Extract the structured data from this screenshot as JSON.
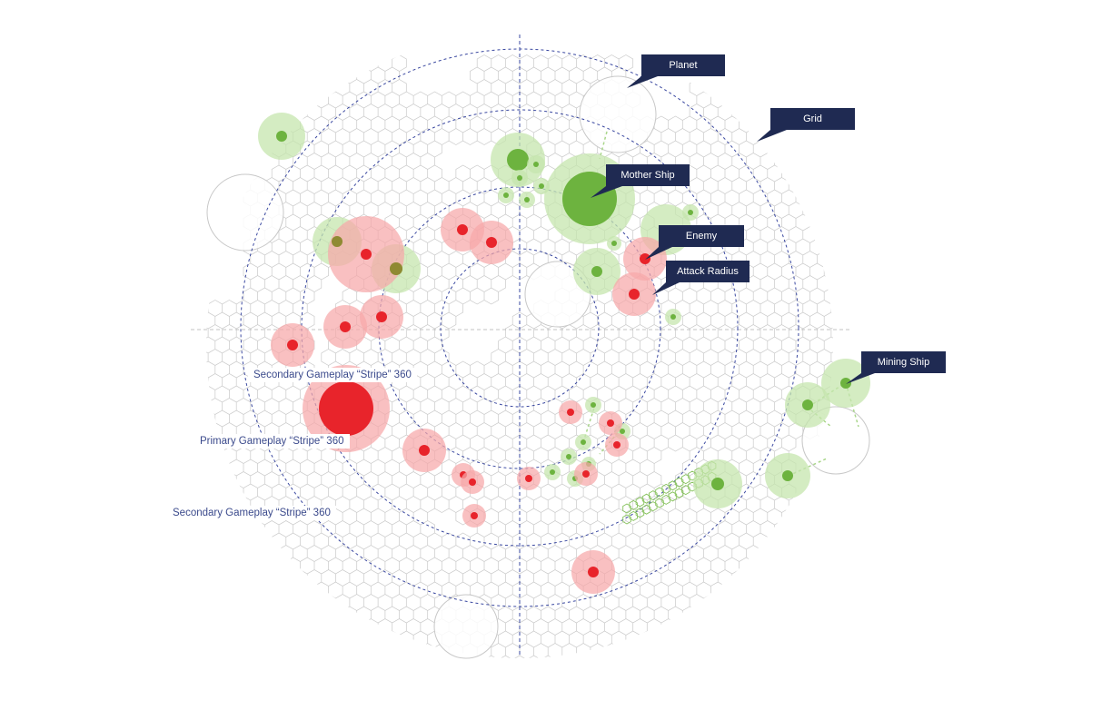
{
  "callouts": {
    "planet": "Planet",
    "grid": "Grid",
    "mother_ship": "Mother Ship",
    "enemy": "Enemy",
    "attack_radius": "Attack Radius",
    "mining_ship": "Mining Ship"
  },
  "stripes": {
    "secondary_inner": "Secondary Gameplay “Stripe” 360",
    "primary": "Primary Gameplay “Stripe” 360",
    "secondary_outer": "Secondary Gameplay “Stripe” 360"
  },
  "colors": {
    "enemy_core": "#e8242b",
    "enemy_radius": "#f7a7a9",
    "ally_core": "#6db33f",
    "ally_radius": "#c6e5ad",
    "grid_line": "#c9c9c9",
    "orbit_line": "#3a48a0",
    "callout_bg": "#1f2a52"
  },
  "legend_icons": [
    "planet-icon",
    "grid-icon",
    "mother-ship-icon",
    "enemy-icon",
    "attack-radius-icon",
    "mining-ship-icon"
  ]
}
